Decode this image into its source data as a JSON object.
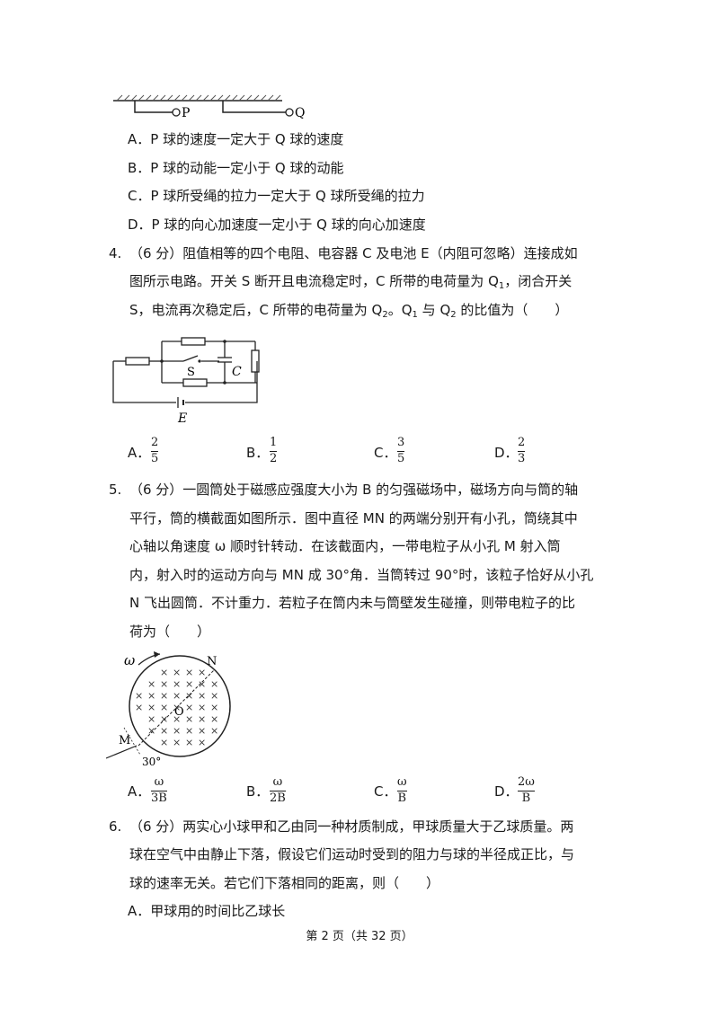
{
  "fig_pq": {
    "label_p": "P",
    "label_q": "Q"
  },
  "q3_options": [
    "A．P 球的速度一定大于 Q 球的速度",
    "B．P 球的动能一定小于 Q 球的动能",
    "C．P 球所受绳的拉力一定大于 Q 球所受绳的拉力",
    "D．P 球的向心加速度一定小于 Q 球的向心加速度"
  ],
  "q4": {
    "number": "4.",
    "lines": [
      "（6 分）阻值相等的四个电阻、电容器 C 及电池 E（内阻可忽略）连接成如",
      "图所示电路。开关 S 断开且电流稳定时，C 所带的电荷量为 Q",
      "S，电流再次稳定后，C 所带的电荷量为 Q"
    ],
    "line2_tail": "，闭合开关",
    "line3_mid": "。Q",
    "line3_mid2": " 与 Q",
    "line3_tail": " 的比值为（　　）",
    "sub1": "1",
    "sub2": "2",
    "figure": {
      "switch": "S",
      "capacitor": "C",
      "battery": "E"
    },
    "options": [
      {
        "label": "A．",
        "num": "2",
        "den": "5"
      },
      {
        "label": "B．",
        "num": "1",
        "den": "2"
      },
      {
        "label": "C．",
        "num": "3",
        "den": "5"
      },
      {
        "label": "D．",
        "num": "2",
        "den": "3"
      }
    ]
  },
  "q5": {
    "number": "5.",
    "lines": [
      "（6 分）一圆筒处于磁感应强度大小为 B 的匀强磁场中，磁场方向与筒的轴",
      "平行，筒的横截面如图所示．图中直径 MN 的两端分别开有小孔，筒绕其中",
      "心轴以角速度 ω 顺时针转动．在该截面内，一带电粒子从小孔 M 射入筒",
      "内，射入时的运动方向与 MN 成 30°角．当筒转过 90°时，该粒子恰好从小孔",
      "N 飞出圆筒．不计重力．若粒子在筒内未与筒壁发生碰撞，则带电粒子的比",
      "荷为（　　）"
    ],
    "figure": {
      "omega": "ω",
      "n": "N",
      "o": "O",
      "m": "M",
      "angle": "30°"
    },
    "options": [
      {
        "label": "A．",
        "num": "ω",
        "den": "3B"
      },
      {
        "label": "B．",
        "num": "ω",
        "den": "2B"
      },
      {
        "label": "C．",
        "num": "ω",
        "den": "B"
      },
      {
        "label": "D．",
        "num": "2ω",
        "den": "B"
      }
    ]
  },
  "q6": {
    "number": "6.",
    "lines": [
      "（6 分）两实心小球甲和乙由同一种材质制成，甲球质量大于乙球质量。两",
      "球在空气中由静止下落，假设它们运动时受到的阻力与球的半径成正比，与",
      "球的速率无关。若它们下落相同的距离，则（　　）"
    ],
    "options": [
      "A．甲球用的时间比乙球长"
    ]
  },
  "footer": "第 2 页（共 32 页）"
}
